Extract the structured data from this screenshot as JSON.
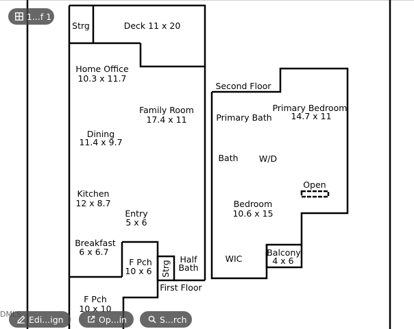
{
  "page_indicator": "1...f 1",
  "floor_plan": {
    "labels": {
      "strg_top": "Strg",
      "deck": "Deck 11 x 20",
      "home_office": "Home Office",
      "home_office_dim": "10.3 x 11.7",
      "family_room": "Family Room",
      "family_room_dim": "17.4 x 11",
      "dining": "Dining",
      "dining_dim": "11.4 x 9.7",
      "kitchen": "Kitchen",
      "kitchen_dim": "12 x 8.7",
      "entry": "Entry",
      "entry_dim": "5 x 6",
      "breakfast": "Breakfast",
      "breakfast_dim": "6 x 6.7",
      "f_pch_1": "F Pch",
      "f_pch_1_dim": "10 x 6",
      "strg_small": "Strg",
      "half_bath_1": "Half",
      "half_bath_2": "Bath",
      "first_floor": "First Floor",
      "f_pch_2": "F Pch",
      "f_pch_2_dim": "10 x 10",
      "second_floor": "Second Floor",
      "primary_bath": "Primary Bath",
      "primary_bedroom": "Primary Bedroom",
      "primary_bedroom_dim": "14.7 x 11",
      "bath": "Bath",
      "wd": "W/D",
      "open": "Open",
      "bedroom": "Bedroom",
      "bedroom_dim": "10.6 x 15",
      "wic": "WIC",
      "balcony": "Balcony",
      "balcony_dim": "4 x 6"
    }
  },
  "watermark": "DMLS",
  "toolbar": {
    "edit_design": "Edi...ign",
    "open": "Op...in",
    "search": "S...rch"
  }
}
